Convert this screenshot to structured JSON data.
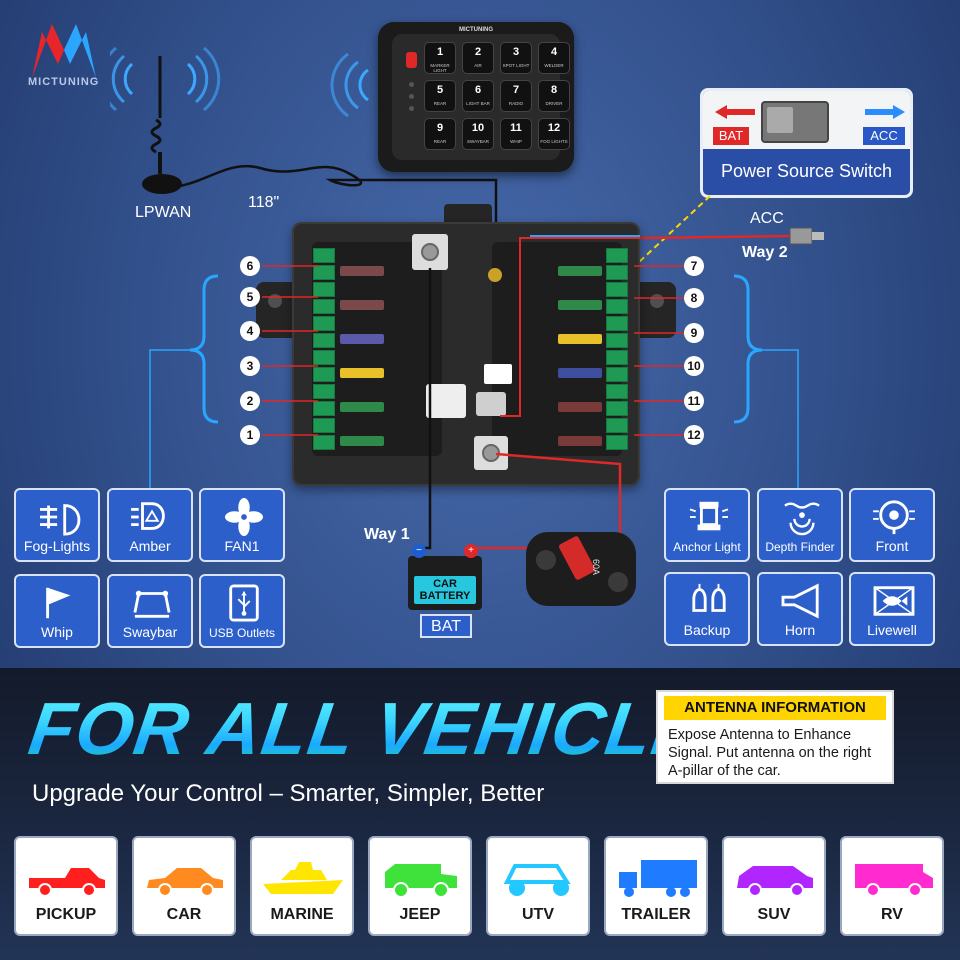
{
  "brand": {
    "logo_text": "MICTUNING",
    "panel_brand": "MICTUNING"
  },
  "antenna": {
    "label": "LPWAN",
    "cable_length": "118\""
  },
  "switch_panel": {
    "buttons": [
      {
        "n": "1",
        "sub": "MARKER LIGHT"
      },
      {
        "n": "2",
        "sub": "AIR"
      },
      {
        "n": "3",
        "sub": "SPOT LIGHT"
      },
      {
        "n": "4",
        "sub": "WELDER"
      },
      {
        "n": "5",
        "sub": "REAR"
      },
      {
        "n": "6",
        "sub": "LIGHT BAR"
      },
      {
        "n": "7",
        "sub": "RADIO"
      },
      {
        "n": "8",
        "sub": "DRIVER"
      },
      {
        "n": "9",
        "sub": "REAR"
      },
      {
        "n": "10",
        "sub": "SWAYBAR"
      },
      {
        "n": "11",
        "sub": "WHIP"
      },
      {
        "n": "12",
        "sub": "FOG LIGHTS"
      }
    ]
  },
  "power_switch": {
    "left": "BAT",
    "right": "ACC",
    "title": "Power Source Switch"
  },
  "wiring": {
    "acc": "ACC",
    "way2": "Way 2",
    "way1": "Way 1",
    "breaker": "60A"
  },
  "battery": {
    "line1": "CAR",
    "line2": "BATTERY",
    "tag": "BAT"
  },
  "fuse_numbers_left": [
    "6",
    "5",
    "4",
    "3",
    "2",
    "1"
  ],
  "fuse_numbers_right": [
    "7",
    "8",
    "9",
    "10",
    "11",
    "12"
  ],
  "left_cards": [
    {
      "label": "Fog-Lights",
      "icon": "fog-light-icon"
    },
    {
      "label": "Amber",
      "icon": "amber-light-icon"
    },
    {
      "label": "FAN1",
      "icon": "fan-icon"
    },
    {
      "label": "Whip",
      "icon": "whip-flag-icon"
    },
    {
      "label": "Swaybar",
      "icon": "swaybar-icon"
    },
    {
      "label": "USB Outlets",
      "icon": "usb-icon"
    }
  ],
  "right_cards": [
    {
      "label": "Anchor Light",
      "icon": "anchor-light-icon"
    },
    {
      "label": "Depth Finder",
      "icon": "depth-finder-icon"
    },
    {
      "label": "Front",
      "icon": "front-light-icon"
    },
    {
      "label": "Backup",
      "icon": "backup-light-icon"
    },
    {
      "label": "Horn",
      "icon": "horn-icon"
    },
    {
      "label": "Livewell",
      "icon": "livewell-icon"
    }
  ],
  "headline": "FOR ALL VEHICLES",
  "subheadline": "Upgrade Your Control – Smarter, Simpler, Better",
  "antenna_info": {
    "title": "ANTENNA INFORMATION",
    "body": "Expose Antenna to Enhance Signal. Put antenna on the right A-pillar of the car."
  },
  "vehicles": [
    {
      "label": "PICKUP",
      "color": "#ff1f1f",
      "icon": "pickup-icon"
    },
    {
      "label": "CAR",
      "color": "#ff8a1f",
      "icon": "car-icon"
    },
    {
      "label": "MARINE",
      "color": "#ffe600",
      "icon": "boat-icon"
    },
    {
      "label": "JEEP",
      "color": "#3ee23a",
      "icon": "jeep-icon"
    },
    {
      "label": "UTV",
      "color": "#22c8ff",
      "icon": "utv-icon"
    },
    {
      "label": "TRAILER",
      "color": "#1f7bff",
      "icon": "trailer-icon"
    },
    {
      "label": "SUV",
      "color": "#b125ff",
      "icon": "suv-icon"
    },
    {
      "label": "RV",
      "color": "#ff2bd0",
      "icon": "rv-icon"
    }
  ]
}
